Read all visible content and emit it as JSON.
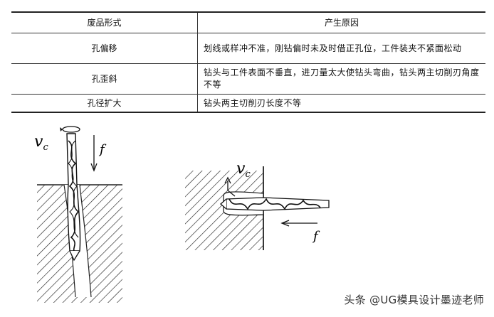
{
  "table": {
    "headers": [
      "废品形式",
      "产生原因"
    ],
    "rows": [
      {
        "type": "孔偏移",
        "cause": "划线或样冲不准，刚钻偏时未及时借正孔位，工件装夹不紧面松动"
      },
      {
        "type": "孔歪斜",
        "cause": "钻头与工件表面不垂直，进刀量太大使钻头弯曲，钻头两主切削刃角度不等"
      },
      {
        "type": "孔径扩大",
        "cause": "钻头两主切削刃长度不等"
      }
    ]
  },
  "figure_left": {
    "speed_label": "v",
    "speed_sub": "c",
    "feed_label": "f"
  },
  "figure_right": {
    "speed_label": "v",
    "speed_sub": "c",
    "feed_label": "f"
  },
  "watermark": "头条 @UG模具设计墨迹老师"
}
